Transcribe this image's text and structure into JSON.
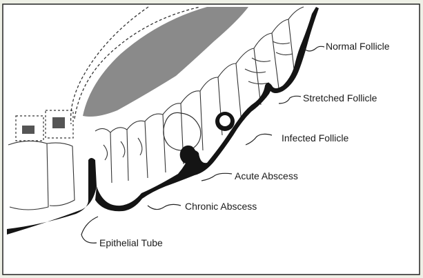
{
  "diagram": {
    "labels": {
      "normal_follicle": "Normal Follicle",
      "stretched_follicle": "Stretched Follicle",
      "infected_follicle": "Infected Follicle",
      "acute_abscess": "Acute Abscess",
      "chronic_abscess": "Chronic Abscess",
      "epithelial_tube": "Epithelial Tube"
    },
    "colors": {
      "background": "#eef0e6",
      "panel": "#ffffff",
      "ink": "#141414",
      "shaded": "#8a8a8a"
    }
  }
}
